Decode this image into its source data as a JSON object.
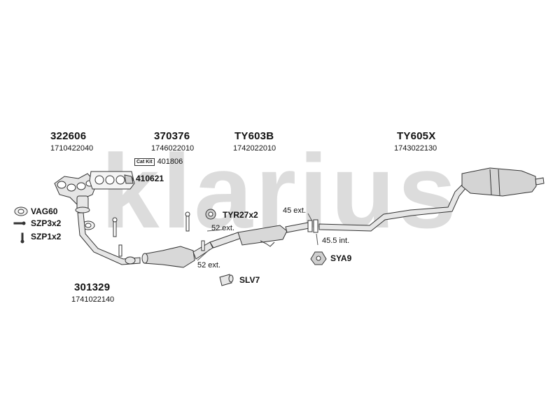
{
  "watermark": "klarius",
  "parts": [
    {
      "number": "322606",
      "oe": "1710422040"
    },
    {
      "number": "370376",
      "oe": "1746022010"
    },
    {
      "number": "TY603B",
      "oe": "1742022010"
    },
    {
      "number": "TY605X",
      "oe": "1743022130"
    },
    {
      "number": "301329",
      "oe": "1741022140"
    }
  ],
  "cat_kit": {
    "box_label": "Cat Kit",
    "number": "401806"
  },
  "accessories": {
    "a410621": "410621",
    "vag60": "VAG60",
    "szp3x2": "SZP3x2",
    "szp1x2": "SZP1x2",
    "tyr27x2": "TYR27x2",
    "sya9": "SYA9",
    "slv7": "SLV7"
  },
  "notes": {
    "ext52a": "52 ext.",
    "ext52b": "52 ext.",
    "ext45": "45 ext.",
    "int455": "45.5 int."
  },
  "colors": {
    "line": "#333333",
    "fill": "#e3e3e3",
    "watermark": "#d8d8d8"
  }
}
